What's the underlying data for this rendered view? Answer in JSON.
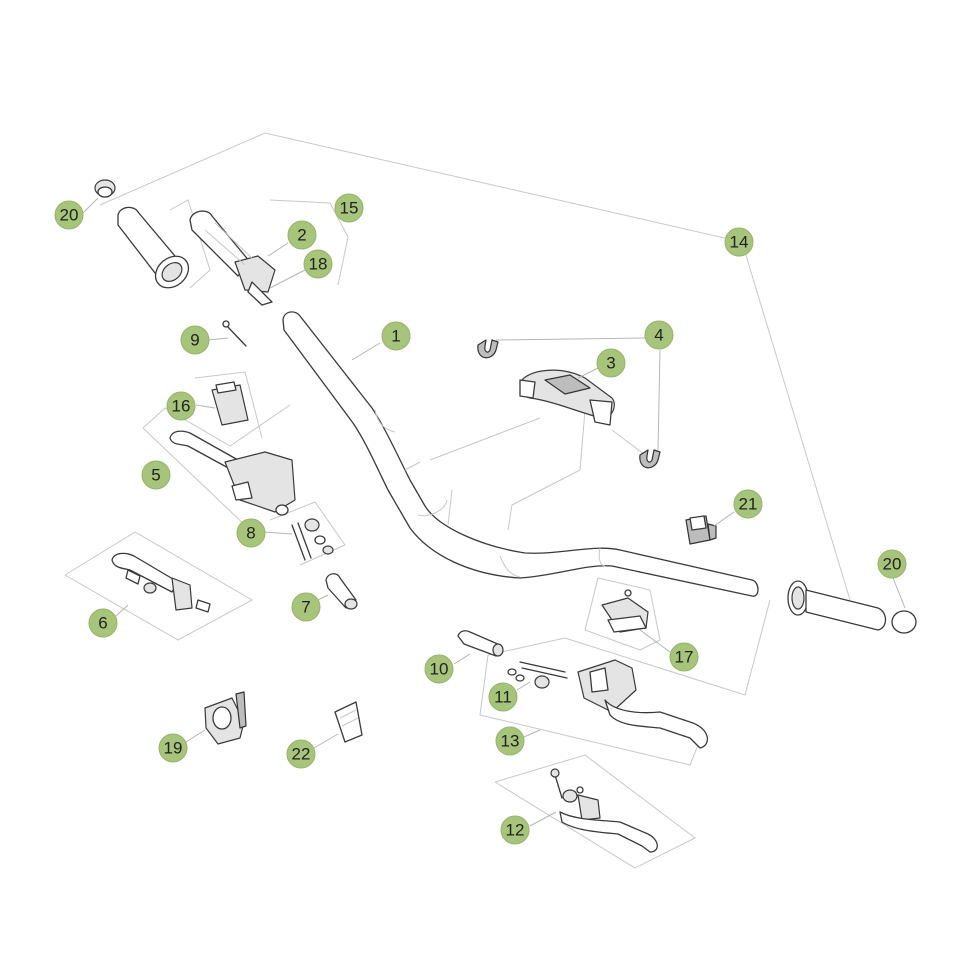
{
  "diagram": {
    "background": "#ffffff",
    "callout_color": "#a6c47a",
    "callouts": [
      {
        "id": "c20a",
        "label": "20"
      },
      {
        "id": "c15",
        "label": "15"
      },
      {
        "id": "c2",
        "label": "2"
      },
      {
        "id": "c18",
        "label": "18"
      },
      {
        "id": "c14",
        "label": "14"
      },
      {
        "id": "c1",
        "label": "1"
      },
      {
        "id": "c4",
        "label": "4"
      },
      {
        "id": "c3",
        "label": "3"
      },
      {
        "id": "c9",
        "label": "9"
      },
      {
        "id": "c16",
        "label": "16"
      },
      {
        "id": "c5",
        "label": "5"
      },
      {
        "id": "c21",
        "label": "21"
      },
      {
        "id": "c8",
        "label": "8"
      },
      {
        "id": "c20b",
        "label": "20"
      },
      {
        "id": "c7",
        "label": "7"
      },
      {
        "id": "c6",
        "label": "6"
      },
      {
        "id": "c17",
        "label": "17"
      },
      {
        "id": "c10",
        "label": "10"
      },
      {
        "id": "c11",
        "label": "11"
      },
      {
        "id": "c13",
        "label": "13"
      },
      {
        "id": "c19",
        "label": "19"
      },
      {
        "id": "c22",
        "label": "22"
      },
      {
        "id": "c12",
        "label": "12"
      }
    ]
  }
}
